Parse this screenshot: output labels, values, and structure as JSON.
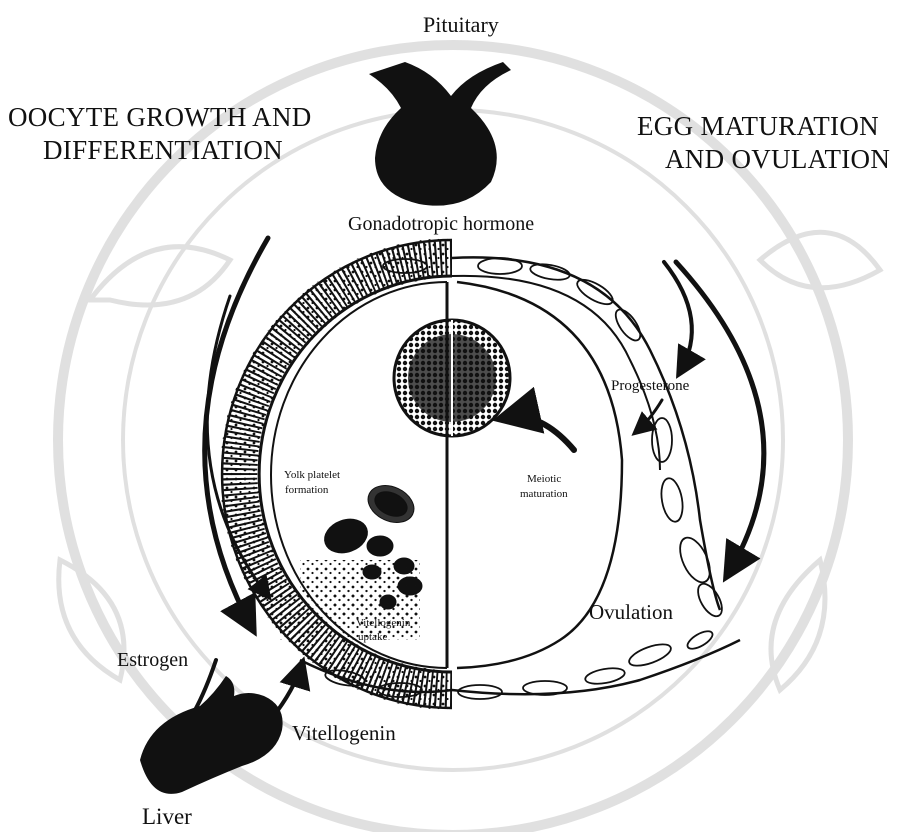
{
  "labels": {
    "pituitary": "Pituitary",
    "oocyte_growth_line1": "OOCYTE GROWTH AND",
    "oocyte_growth_line2": "DIFFERENTIATION",
    "egg_maturation_line1": "EGG MATURATION",
    "egg_maturation_line2": "AND OVULATION",
    "gonadotropic_hormone": "Gonadotropic hormone",
    "progesterone": "Progesterone",
    "yolk_platelet_line1": "Yolk platelet",
    "yolk_platelet_line2": "formation",
    "meiotic_line1": "Meiotic",
    "meiotic_line2": "maturation",
    "vitellogenin_uptake_line1": "Vitellogenin",
    "vitellogenin_uptake_line2": "uptake",
    "ovulation": "Ovulation",
    "estrogen": "Estrogen",
    "vitellogenin": "Vitellogenin",
    "liver": "Liver"
  },
  "colors": {
    "ink": "#111111",
    "watermark": "#d9d9d9",
    "background": "#ffffff"
  },
  "icons": [
    "pituitary-gland-icon",
    "liver-icon",
    "nucleus-icon"
  ]
}
